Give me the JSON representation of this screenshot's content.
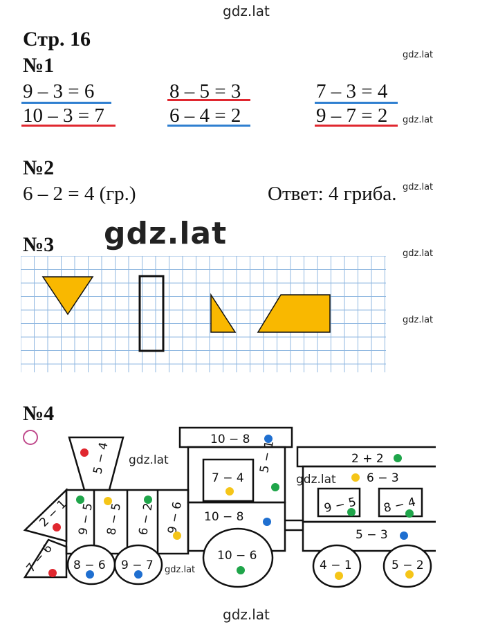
{
  "watermarks": {
    "top": "gdz.lat",
    "r1": "gdz.lat",
    "r2": "gdz.lat",
    "r3": "gdz.lat",
    "r4": "gdz.lat",
    "r5": "gdz.lat",
    "big": "gdz.lat",
    "train1": "gdz.lat",
    "train2": "gdz.lat",
    "train3": "gdz.lat",
    "bottom": "gdz.lat"
  },
  "page_title": "Стр. 16",
  "task1": {
    "label": "№1",
    "equations": [
      "9 – 3 = 6",
      "8 – 5 = 3",
      "7 – 3 = 4",
      "10 – 3 = 7",
      "6 – 4 = 2",
      "9 – 7 = 2"
    ],
    "underline_colors": [
      "#2f7fd0",
      "#e0272f",
      "#2f7fd0",
      "#e0272f",
      "#2f7fd0",
      "#e0272f"
    ]
  },
  "task2": {
    "label": "№2",
    "solution": "6 – 2 = 4 (гр.)",
    "answer": "Ответ: 4 гриба."
  },
  "task3": {
    "label": "№3",
    "shape_fill": "#f9b800"
  },
  "task4": {
    "label": "№4",
    "expressions": {
      "cab_roof": "10 − 8",
      "window": "7 − 4",
      "pillar": "5 − 1",
      "cab_body": "10 − 8",
      "chimney": "5 − 4",
      "front": "2 − 1",
      "cow": "7 − 6",
      "boiler1": "9 − 5",
      "boiler2": "8 − 5",
      "boiler3": "6 − 2",
      "boiler4": "9 − 6",
      "wheel1": "8 − 6",
      "wheel2": "9 − 7",
      "wheel_big": "10 − 6",
      "wagon_roof": "2 + 2",
      "wagon_top": "6 − 3",
      "wagon_win1": "9 − 5",
      "wagon_win2": "8 − 4",
      "wagon_body": "5 − 3",
      "wagon_wheel1": "4 − 1",
      "wagon_wheel2": "5 − 2"
    },
    "dot_colors": {
      "red": "#e0272f",
      "green": "#1fa54a",
      "yellow": "#f5c518",
      "blue": "#1f6fd0"
    }
  }
}
